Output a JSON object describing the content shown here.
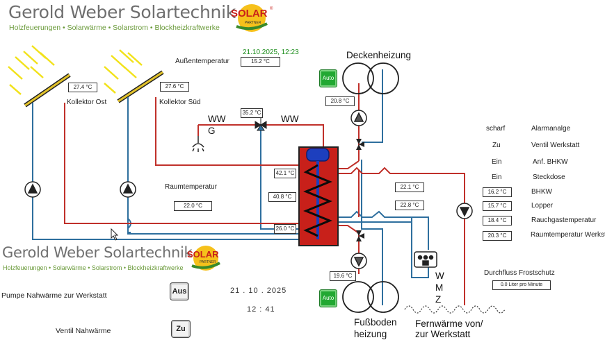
{
  "brand": {
    "name": "Gerold Weber Solartechnik",
    "tagline": "Holzfeuerungen • Solarwärme • Solarstrom • Blockheizkraftwerke",
    "logo_text": "SOLAR",
    "logo_sub": "PARTNER",
    "logo_mark": "®"
  },
  "header": {
    "datetime": "21.10.2025,  12:23"
  },
  "outdoor": {
    "label": "Außentemperatur",
    "value": "15.2 °C"
  },
  "collectors": [
    {
      "label": "Kollektor Ost",
      "value": "27.4 °C"
    },
    {
      "label": "Kollektor Süd",
      "value": "27.6 °C"
    }
  ],
  "room": {
    "label": "Raumtemperatur",
    "value": "22.0 °C"
  },
  "ww": {
    "left_label": "WW",
    "g_label": "G",
    "right_label": "WW",
    "value": "35.2 °C"
  },
  "tank": {
    "t1": "42.1 °C",
    "t2": "40.8 °C",
    "t3": "26.0 °C"
  },
  "pipes": {
    "v1": "22.1 °C",
    "v2": "22.8 °C"
  },
  "ceiling": {
    "label": "Deckenheizung",
    "auto": "Auto",
    "value": "20.8 °C"
  },
  "floor": {
    "label1": "Fußboden",
    "label2": "heizung",
    "auto": "Auto",
    "value": "19.6 °C"
  },
  "district": {
    "label1": "Fernwärme von/",
    "label2": "zur Werkstatt",
    "w": "W",
    "m": "M",
    "z": "Z"
  },
  "status": [
    {
      "state": "scharf",
      "name": "Alarmanalge"
    },
    {
      "state": "Zu",
      "name": "Ventil Werkstatt"
    },
    {
      "state": "Ein",
      "name": "Anf. BHKW"
    },
    {
      "state": "Ein",
      "name": "Steckdose"
    }
  ],
  "readings": [
    {
      "value": "16.2 °C",
      "name": "BHKW"
    },
    {
      "value": "15.7 °C",
      "name": "Lopper"
    },
    {
      "value": "18.4 °C",
      "name": "Rauchgastemperatur"
    },
    {
      "value": "20.3 °C",
      "name": "Raumtemperatur Werkstatt"
    }
  ],
  "flow": {
    "label": "Durchfluss Frostschutz",
    "value": "0.0 Liter pro Minute"
  },
  "bottom": {
    "pump_label": "Pumpe  Nahwärme zur Werkstatt",
    "pump_state": "Aus",
    "valve_label": "Ventil Nahwärme",
    "valve_state": "Zu",
    "date": "21 .  10 .   2025",
    "time": "12   :   41"
  },
  "colors": {
    "hot": "#c0302a",
    "cold": "#2e6f9e",
    "tank": "#c8201a",
    "coil": "#1d3fbe",
    "accent_green": "#1a8c1a"
  }
}
